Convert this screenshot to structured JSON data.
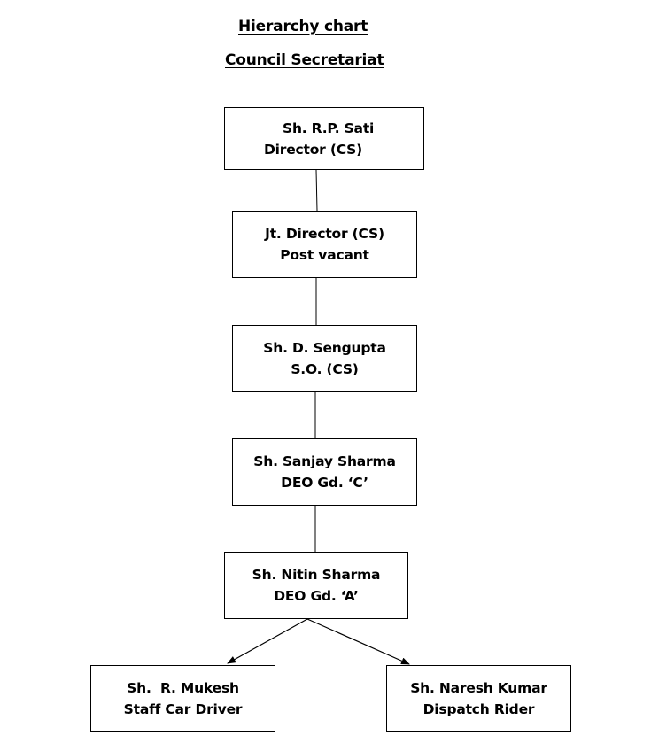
{
  "header": {
    "title": "Hierarchy chart",
    "subtitle": "Council Secretariat"
  },
  "nodes": {
    "director": {
      "name": "Sh. R.P. Sati",
      "role": "Director (CS)"
    },
    "jt_director": {
      "name": "Jt. Director (CS)",
      "role": "Post vacant"
    },
    "section_officer": {
      "name": "Sh. D. Sengupta",
      "role": "S.O. (CS)"
    },
    "deo_c": {
      "name": "Sh. Sanjay Sharma",
      "role": "DEO Gd. ‘C’"
    },
    "deo_a": {
      "name": "Sh. Nitin Sharma",
      "role": "DEO Gd. ‘A’"
    },
    "driver": {
      "name": "Sh.  R. Mukesh",
      "role": "Staff Car Driver"
    },
    "rider": {
      "name": "Sh. Naresh Kumar",
      "role": "Dispatch Rider"
    }
  }
}
